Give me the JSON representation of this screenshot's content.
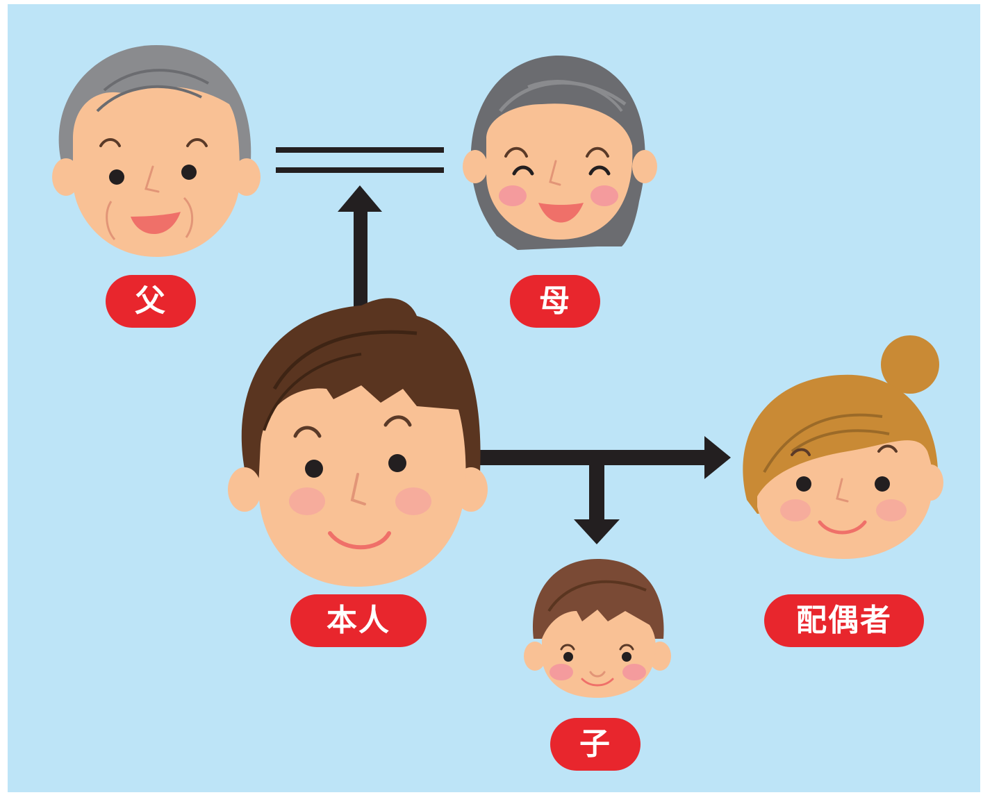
{
  "labels": {
    "father": "父",
    "mother": "母",
    "self": "本人",
    "spouse": "配偶者",
    "child": "子"
  },
  "colors": {
    "background": "#bde4f7",
    "label_bg": "#e8262d",
    "label_text": "#ffffff",
    "arrow": "#231f20",
    "skin": "#f9c195",
    "gray_hair": "#8a8b8e",
    "dark_gray_hair": "#6b6c70",
    "brown_hair": "#5a3520",
    "child_hair": "#7a4a35",
    "orange_hair": "#c98a35"
  }
}
